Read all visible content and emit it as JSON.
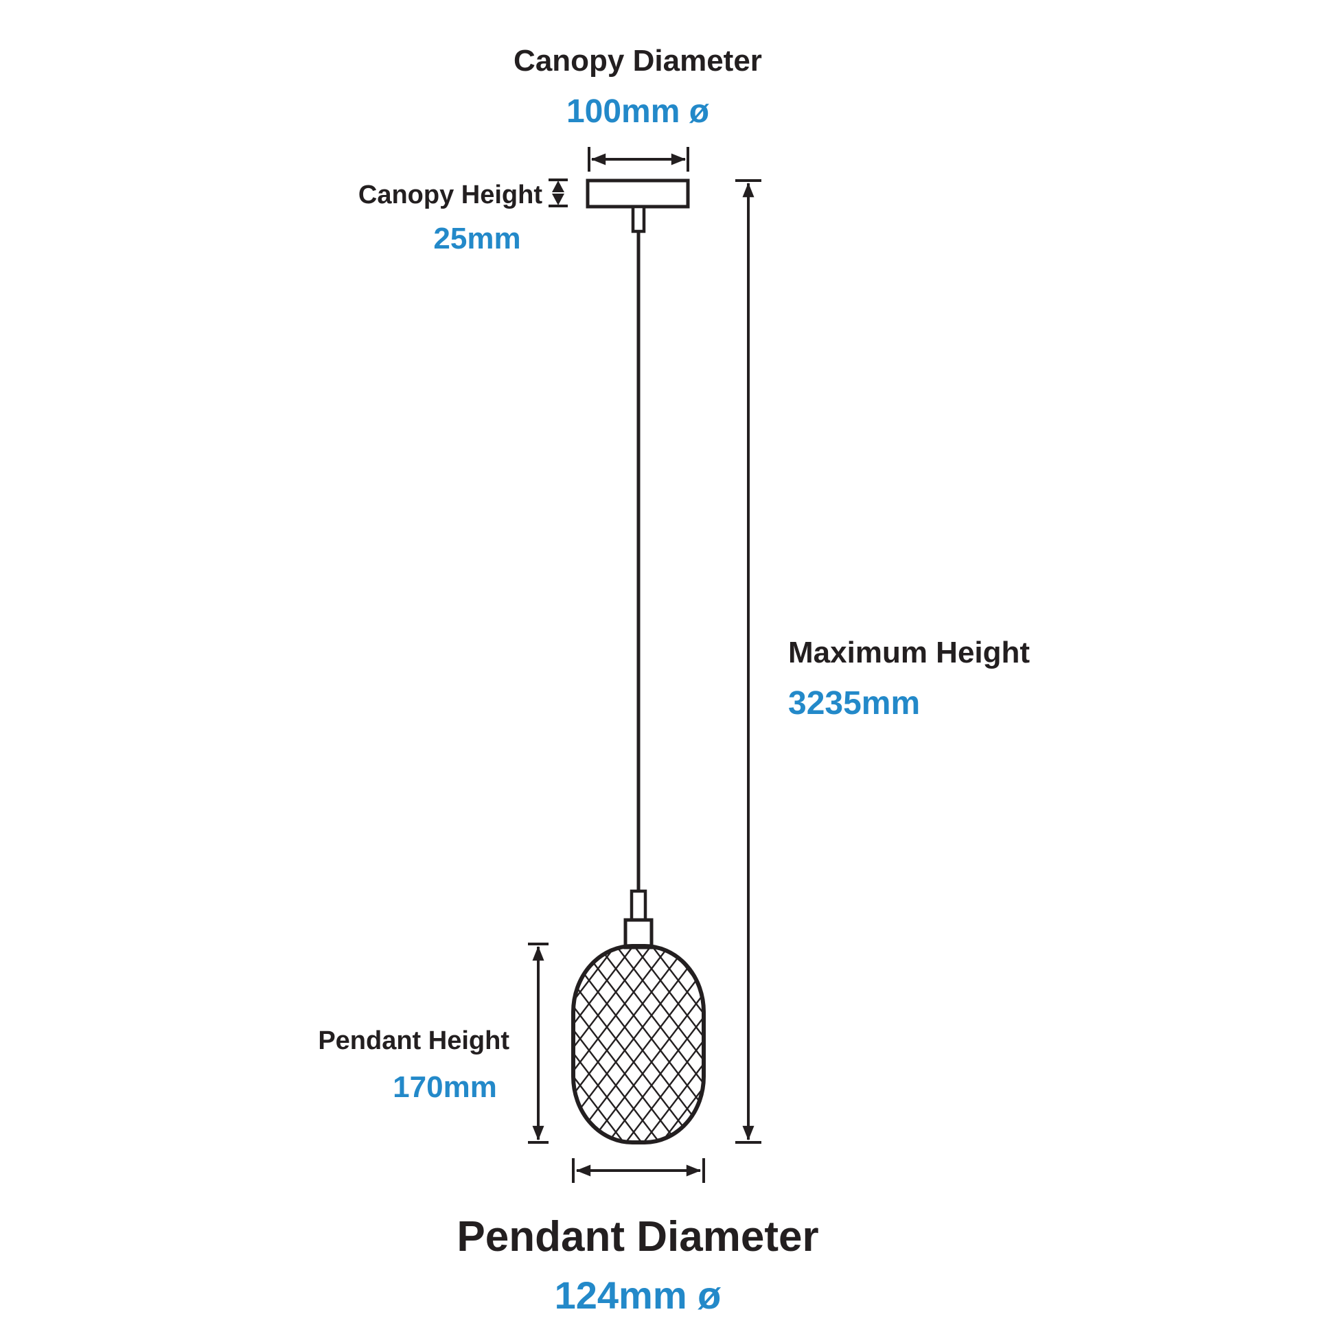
{
  "title": "Pendant light dimension diagram",
  "colors": {
    "accent_blue": "#2389c9",
    "line_black": "#231f20"
  },
  "dimensions": {
    "canopy_diameter": {
      "label": "Canopy Diameter",
      "value": "100mm ø"
    },
    "canopy_height": {
      "label": "Canopy Height",
      "value": "25mm"
    },
    "maximum_height": {
      "label": "Maximum Height",
      "value": "3235mm"
    },
    "pendant_height": {
      "label": "Pendant Height",
      "value": "170mm"
    },
    "pendant_diameter": {
      "label": "Pendant Diameter",
      "value": "124mm ø"
    }
  }
}
